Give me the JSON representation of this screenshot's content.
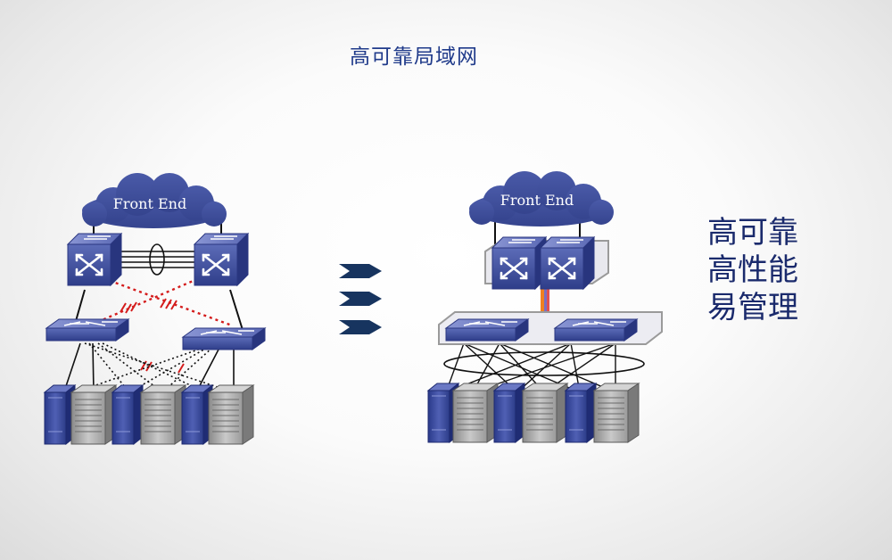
{
  "title": "高可靠局域网",
  "left_diagram": {
    "cloud_label": "Front End"
  },
  "right_diagram": {
    "cloud_label": "Front End"
  },
  "arrows": {
    "count": 3
  },
  "features": [
    "高可靠",
    "高性能",
    "易管理"
  ],
  "colors": {
    "title": "#1f3a8a",
    "features": "#1a2a6c",
    "cloud": "#3f4f9a",
    "switch": "#3d4fa0",
    "arrow": "#17345f",
    "blocked_link": "#d41c1c",
    "trunk": "#f08020"
  },
  "icons": [
    "cloud-icon",
    "core-switch-icon",
    "access-switch-icon",
    "blade-server-icon",
    "rack-server-icon",
    "chevron-arrow-icon"
  ]
}
